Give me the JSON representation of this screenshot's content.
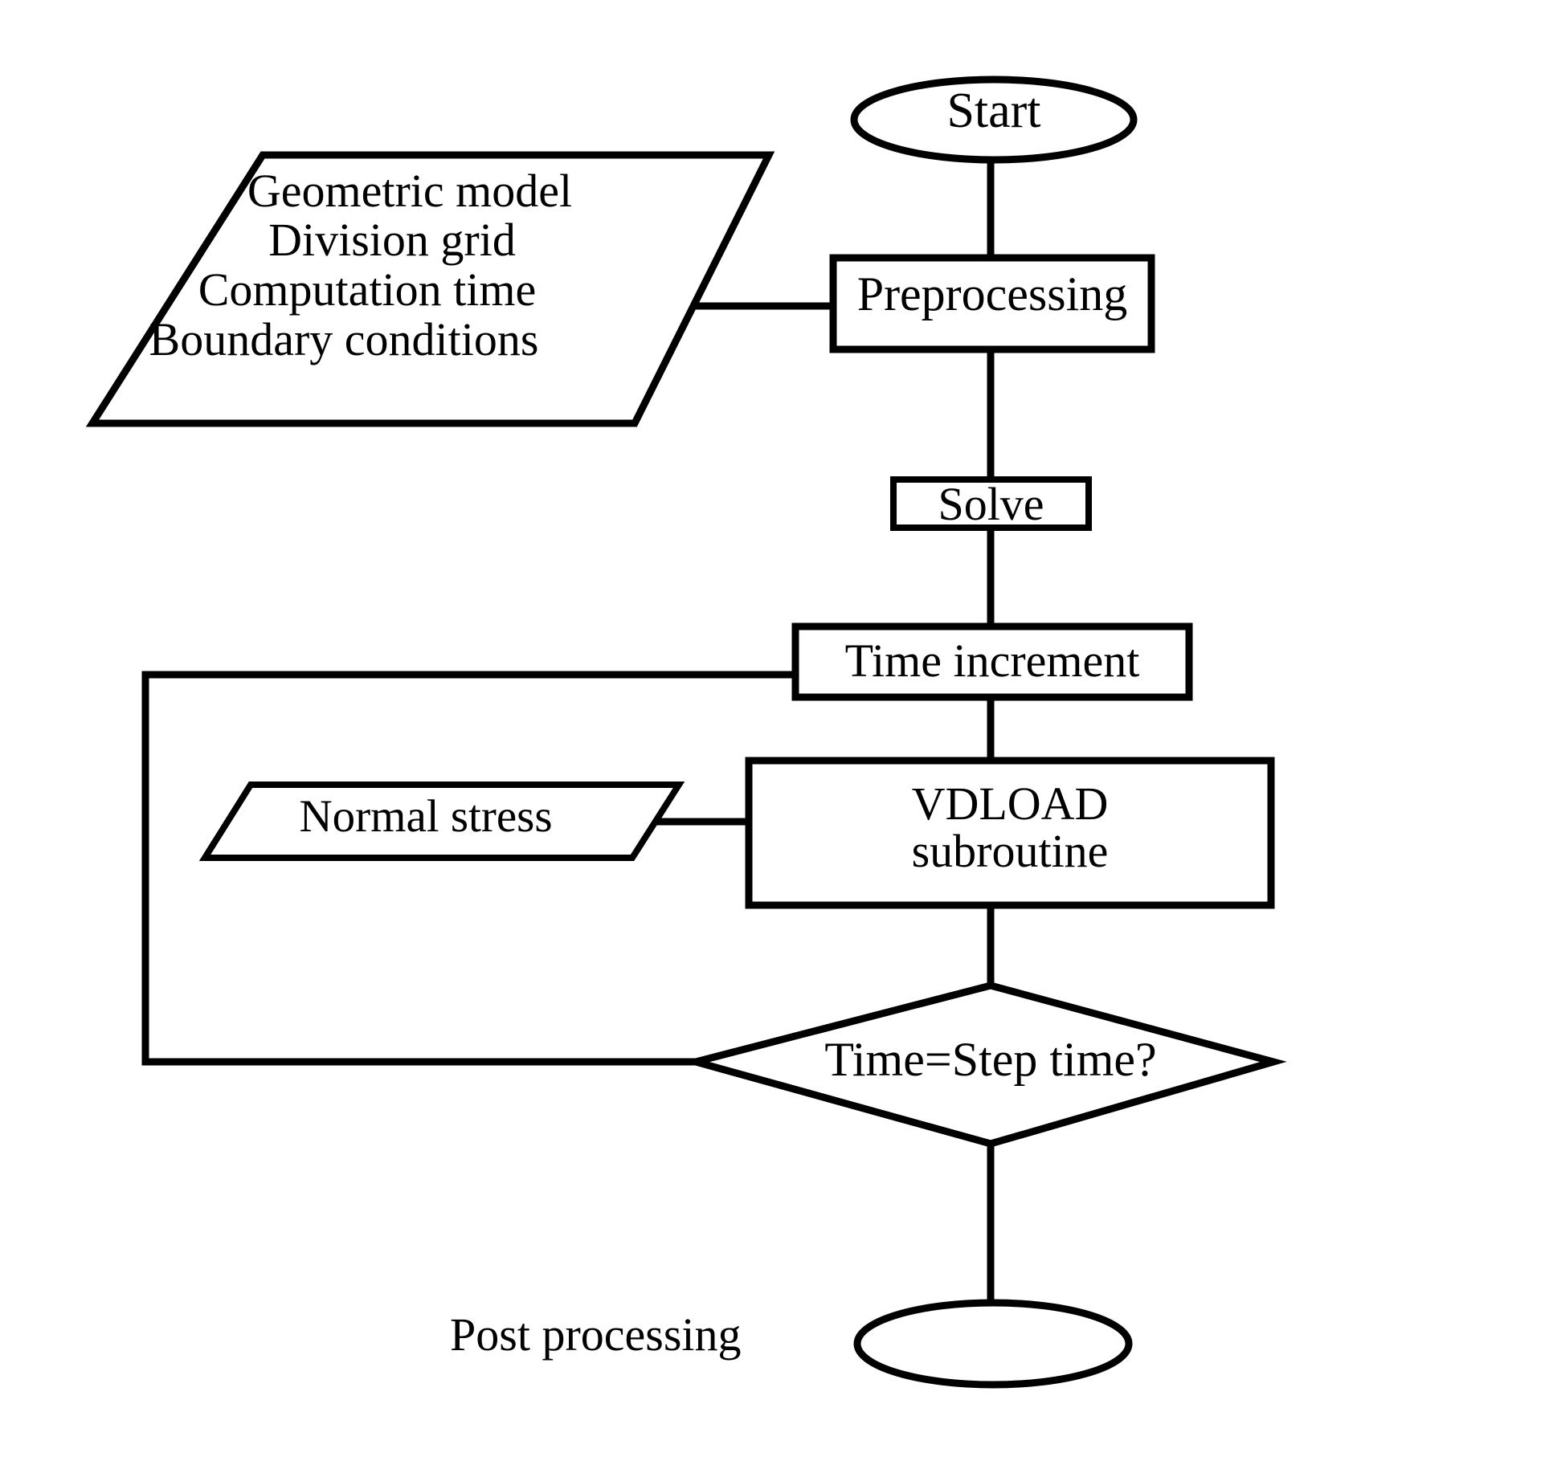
{
  "diagram": {
    "title": "Simulation workflow flowchart",
    "background_color": "#ffffff",
    "line_color": "#000000"
  },
  "nodes": {
    "start": {
      "label": "Start",
      "shape": "ellipse"
    },
    "input_parameters": {
      "shape": "parallelogram",
      "lines": [
        "Geometric model",
        "Division grid",
        "Computation time",
        "Boundary conditions"
      ],
      "line1": "Geometric model",
      "line2": "Division grid",
      "line3": "Computation time",
      "line4": "Boundary conditions"
    },
    "preprocessing": {
      "label": "Preprocessing",
      "shape": "process"
    },
    "solve": {
      "label": "Solve",
      "shape": "process"
    },
    "time_increment": {
      "label": "Time increment",
      "shape": "process"
    },
    "normal_stress": {
      "label": "Normal stress",
      "shape": "parallelogram"
    },
    "vdload": {
      "shape": "process",
      "line1": "VDLOAD",
      "line2": "subroutine"
    },
    "decision": {
      "label": "Time=Step time?",
      "shape": "diamond"
    },
    "post_processing": {
      "label": "Post processing",
      "shape": "ellipse"
    }
  },
  "connectors": [
    {
      "name": "start-to-preprocessing",
      "from": "start",
      "to": "preprocessing"
    },
    {
      "name": "input-to-preprocessing",
      "from": "input_parameters",
      "to": "preprocessing"
    },
    {
      "name": "preprocessing-to-solve",
      "from": "preprocessing",
      "to": "solve"
    },
    {
      "name": "solve-to-time-increment",
      "from": "solve",
      "to": "time_increment"
    },
    {
      "name": "time-increment-to-vdload",
      "from": "time_increment",
      "to": "vdload"
    },
    {
      "name": "normal-stress-to-vdload",
      "from": "normal_stress",
      "to": "vdload"
    },
    {
      "name": "vdload-to-decision",
      "from": "vdload",
      "to": "decision"
    },
    {
      "name": "decision-feedback-to-time-increment",
      "from": "decision",
      "to": "time_increment"
    },
    {
      "name": "decision-to-post-processing",
      "from": "decision",
      "to": "post_processing"
    }
  ]
}
